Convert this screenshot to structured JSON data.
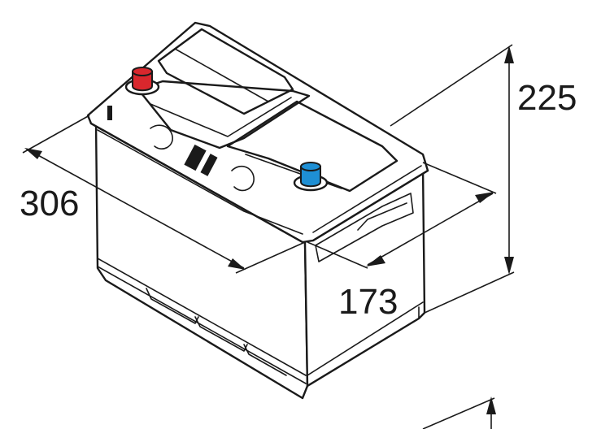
{
  "dimensions": {
    "length": "306",
    "width": "173",
    "height": "225"
  },
  "terminals": {
    "positive_color": "#d9272d",
    "negative_color": "#1e8fd4"
  },
  "line_color": "#1a1a1a",
  "background": "#ffffff"
}
